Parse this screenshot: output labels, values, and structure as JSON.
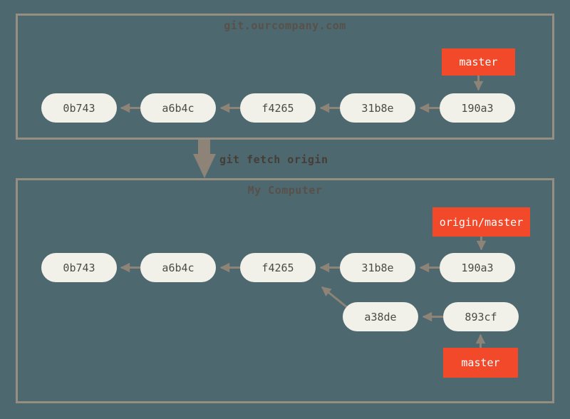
{
  "colors": {
    "background": "#4e6870",
    "box_border": "#978e82",
    "node_fill": "#f1f0e9",
    "node_text": "#4e4a43",
    "arrow": "#8d8377",
    "branch_label_bg": "#f2492b",
    "branch_label_text": "#ffffff",
    "title_text": "#57514a",
    "command_text": "#453e37"
  },
  "remote_box": {
    "title": "git.ourcompany.com",
    "commits": [
      "0b743",
      "a6b4c",
      "f4265",
      "31b8e",
      "190a3"
    ],
    "branch_label": "master"
  },
  "fetch_command": {
    "label": "git fetch origin"
  },
  "local_box": {
    "title": "My Computer",
    "commits": [
      "0b743",
      "a6b4c",
      "f4265",
      "31b8e",
      "190a3"
    ],
    "branch_commits": [
      "a38de",
      "893cf"
    ],
    "remote_tracking_label": "origin/master",
    "branch_label": "master"
  }
}
